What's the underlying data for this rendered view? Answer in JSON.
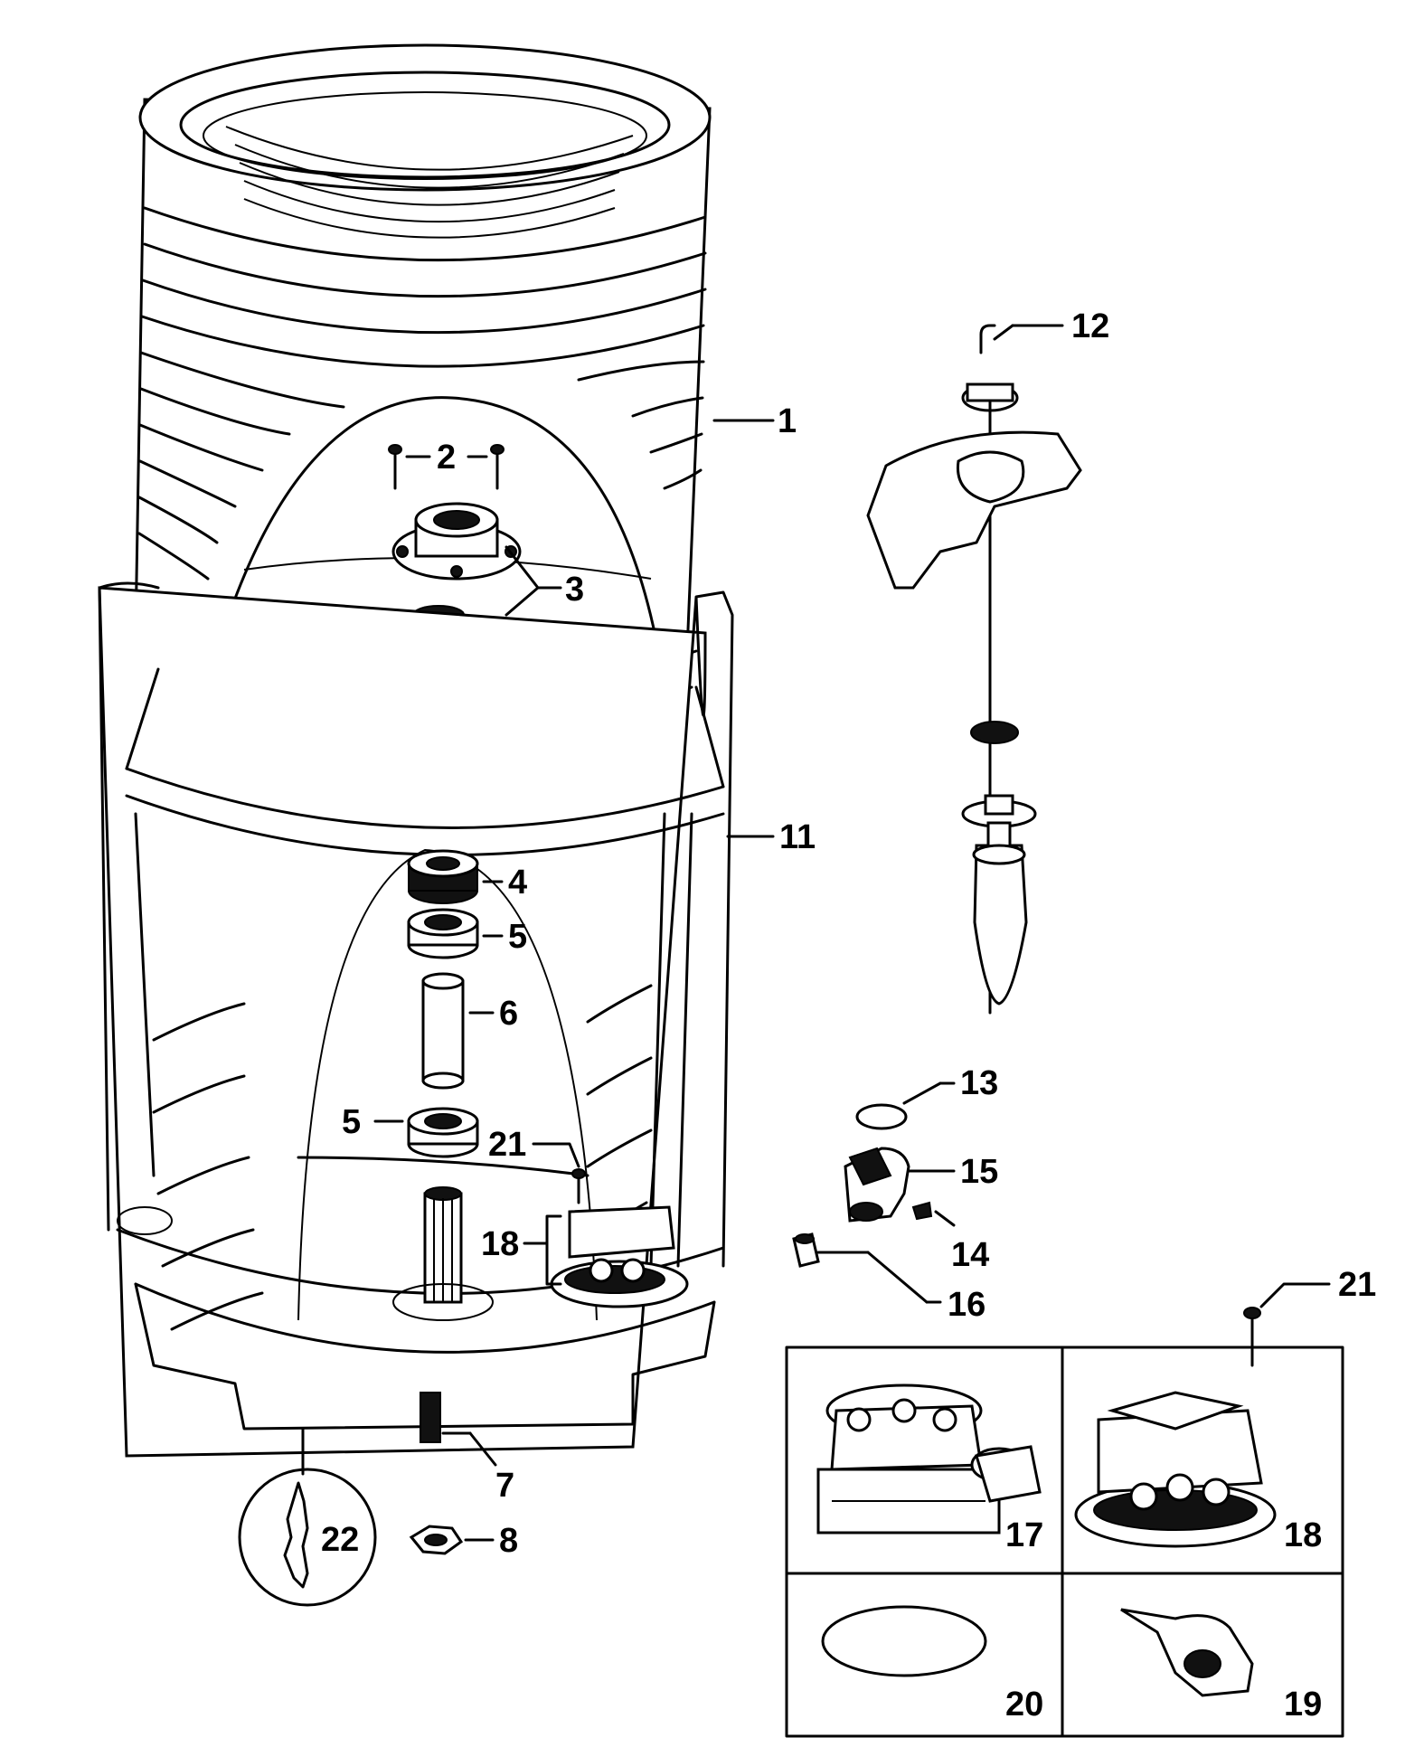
{
  "callouts": [
    {
      "id": "c1",
      "text": "1"
    },
    {
      "id": "c2",
      "text": "2"
    },
    {
      "id": "c3",
      "text": "3"
    },
    {
      "id": "c4",
      "text": "4"
    },
    {
      "id": "c5a",
      "text": "5"
    },
    {
      "id": "c6",
      "text": "6"
    },
    {
      "id": "c5b",
      "text": "5"
    },
    {
      "id": "c7",
      "text": "7"
    },
    {
      "id": "c8",
      "text": "8"
    },
    {
      "id": "c11",
      "text": "11"
    },
    {
      "id": "c12",
      "text": "12"
    },
    {
      "id": "c13",
      "text": "13"
    },
    {
      "id": "c14",
      "text": "14"
    },
    {
      "id": "c15",
      "text": "15"
    },
    {
      "id": "c16",
      "text": "16"
    },
    {
      "id": "c17",
      "text": "17"
    },
    {
      "id": "c18a",
      "text": "18"
    },
    {
      "id": "c18b",
      "text": "18"
    },
    {
      "id": "c19",
      "text": "19"
    },
    {
      "id": "c20",
      "text": "20"
    },
    {
      "id": "c21a",
      "text": "21"
    },
    {
      "id": "c21b",
      "text": "21"
    },
    {
      "id": "c22",
      "text": "22"
    }
  ]
}
